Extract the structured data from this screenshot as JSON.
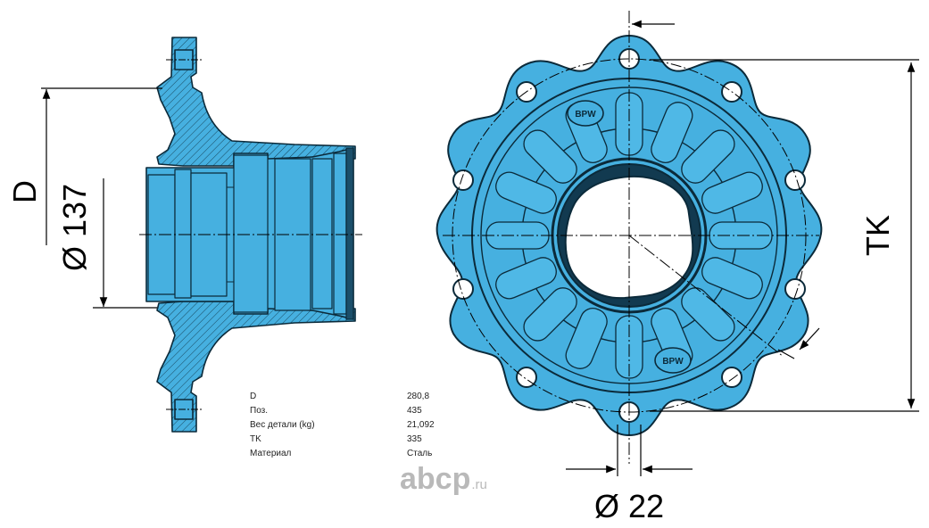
{
  "colors": {
    "part_fill": "#46b0e0",
    "part_stroke": "#0b2a3a",
    "hatch": "#0b2a3a",
    "dim_line": "#000000",
    "watermark": "#b9b9b9"
  },
  "dimensions": {
    "d": "D",
    "diameter_137": "Ø 137",
    "tk": "TK",
    "diameter_22": "Ø 22"
  },
  "specs": [
    {
      "label": "D",
      "value": "280,8"
    },
    {
      "label": "Поз.",
      "value": "435"
    },
    {
      "label": "Вес детали (kg)",
      "value": "21,092"
    },
    {
      "label": "TK",
      "value": "335"
    },
    {
      "label": "Материал",
      "value": "Сталь"
    }
  ],
  "watermark": {
    "main": "abcp",
    "tld": ".ru"
  },
  "logo": {
    "marks": [
      "BPW",
      "BPW"
    ]
  }
}
